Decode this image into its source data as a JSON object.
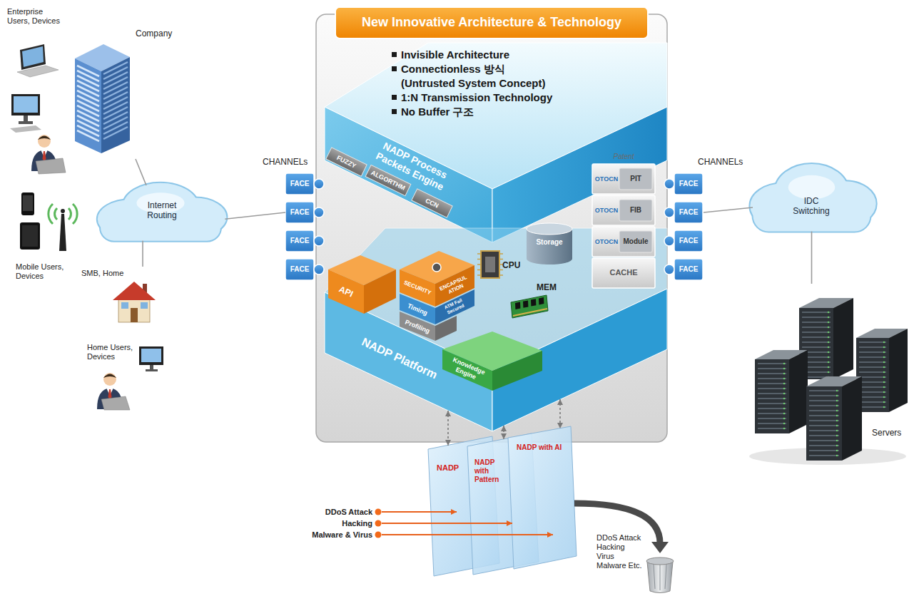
{
  "diagram": {
    "nodes": [
      {
        "text": [
          "Company"
        ]
      },
      {
        "text": [
          "Enterprise Users, Devices"
        ]
      },
      {
        "text": [
          "Internet Routing"
        ]
      },
      {
        "text": [
          "Mobile Users, Devices"
        ]
      },
      {
        "text": [
          "SMB, Home"
        ]
      },
      {
        "text": [
          "Home Users, Devices"
        ]
      },
      {
        "text": [
          "FACE"
        ]
      },
      {
        "text": [
          "FACE"
        ]
      },
      {
        "text": [
          "FACE"
        ]
      },
      {
        "text": [
          "FACE"
        ]
      },
      {
        "text": [
          "New Innovative Architecture & Technology",
          "Invisible Architecture",
          "Connectionless 방식 (Untrusted System Concept)",
          "1:N Transmission Technology",
          "No Buffer 구조"
        ]
      },
      {
        "text": [
          "NADP Process Packets Engine"
        ],
        "in": 10
      },
      {
        "text": [
          "FUZZY"
        ],
        "in": 11
      },
      {
        "text": [
          "ALGORTHM"
        ],
        "in": 11
      },
      {
        "text": [
          "CCN"
        ],
        "in": 11
      },
      {
        "text": [
          "NADP Platform"
        ],
        "in": 10
      },
      {
        "text": [
          "API"
        ],
        "in": 15
      },
      {
        "text": [
          "SECURITY",
          "ENCAPSULATION"
        ],
        "in": 15
      },
      {
        "text": [
          "Timing",
          "ATM Fail Secured"
        ],
        "in": 15
      },
      {
        "text": [
          "Profiling"
        ],
        "in": 15
      },
      {
        "text": [
          "Knowledge Engine"
        ],
        "in": 15
      },
      {
        "text": [
          "Storage"
        ],
        "in": 15
      },
      {
        "text": [
          "CPU"
        ],
        "in": 15
      },
      {
        "text": [
          "MEM"
        ],
        "in": 15
      },
      {
        "text": [
          "Patent"
        ],
        "in": 10
      },
      {
        "text": [
          "OTOCN",
          "PIT"
        ],
        "in": 24
      },
      {
        "text": [
          "OTOCN",
          "FIB"
        ],
        "in": 24
      },
      {
        "text": [
          "OTOCN",
          "Module"
        ],
        "in": 24
      },
      {
        "text": [
          "CACHE"
        ],
        "in": 24
      },
      {
        "text": [
          "FACE"
        ]
      },
      {
        "text": [
          "FACE"
        ]
      },
      {
        "text": [
          "FACE"
        ]
      },
      {
        "text": [
          "FACE"
        ]
      },
      {
        "text": [
          "IDC Switching"
        ]
      },
      {
        "text": [
          "Servers"
        ]
      },
      {
        "text": [
          "NADP"
        ]
      },
      {
        "text": [
          "NADP with Pattern"
        ]
      },
      {
        "text": [
          "NADP with AI"
        ]
      },
      {
        "text": [
          "DDoS Attack Hacking Virus Malware Etc."
        ]
      }
    ],
    "edges": [
      {
        "from": 0,
        "to": 2,
        "arrow": "none"
      },
      {
        "from": 2,
        "to": 4,
        "arrow": "none"
      },
      {
        "from": 2,
        "to": 7,
        "arrow": "none"
      },
      {
        "from": 30,
        "to": 33,
        "arrow": "none"
      },
      {
        "from": 33,
        "to": 34,
        "arrow": "none"
      },
      {
        "from": 15,
        "to": 35,
        "arrow": "both"
      },
      {
        "from": 15,
        "to": 36,
        "arrow": "both"
      },
      {
        "from": 15,
        "to": 37,
        "arrow": "both"
      },
      {
        "from": 37,
        "to": 38,
        "arrow": "to"
      }
    ],
    "labels": [
      "CHANNELs",
      "CHANNELs",
      "DDoS Attack",
      "Hacking",
      "Malware & Virus"
    ]
  }
}
